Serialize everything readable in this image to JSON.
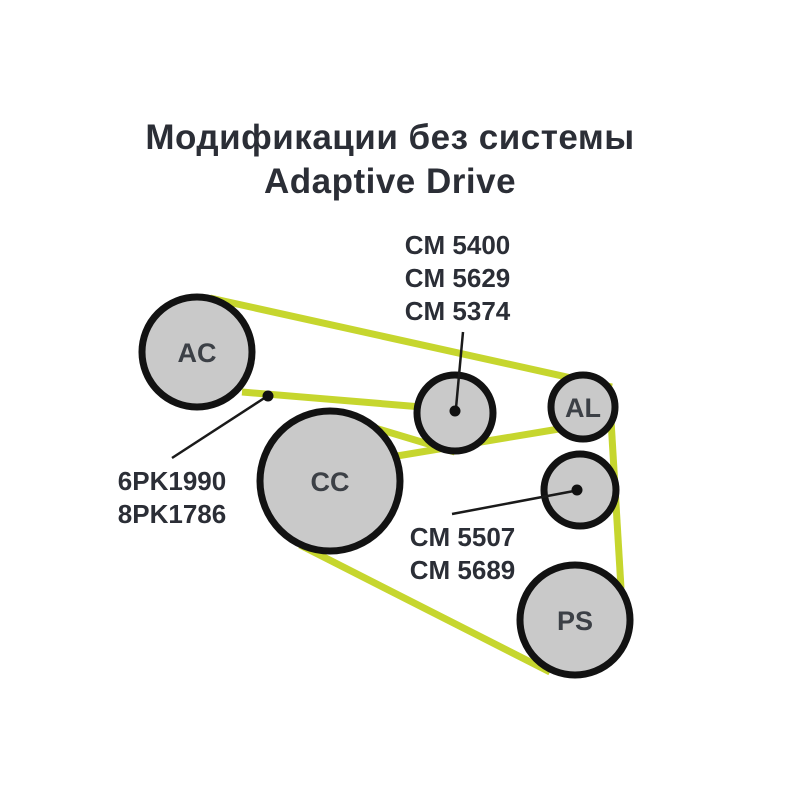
{
  "title": {
    "line1": "Модификации без системы",
    "line2": "Adaptive Drive"
  },
  "parts": {
    "top": [
      "CM 5400",
      "CM 5629",
      "CM 5374"
    ],
    "left": [
      "6PK1990",
      "8PK1786"
    ],
    "bottom": [
      "CM 5507",
      "CM 5689"
    ]
  },
  "pulleys": {
    "ac": {
      "label": "AC"
    },
    "cc": {
      "label": "CC"
    },
    "al": {
      "label": "AL"
    },
    "ps": {
      "label": "PS"
    }
  },
  "colors": {
    "belt": "#c6d62e",
    "pulley_fill": "#c9c9c9",
    "outline": "#121212",
    "text": "#2b2e36"
  }
}
